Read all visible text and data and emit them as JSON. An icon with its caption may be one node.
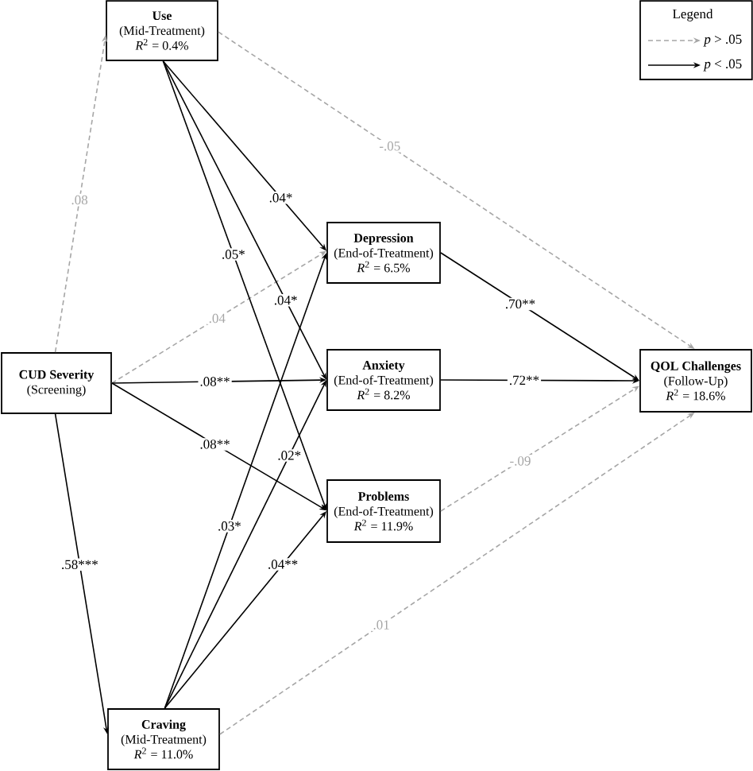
{
  "diagram": {
    "nodes": [
      {
        "text": [
          "Use",
          "(Mid-Treatment)",
          "*R*$^{2}$ = 0.4%"
        ]
      },
      {
        "text": [
          "CUD Severity",
          "(Screening)"
        ]
      },
      {
        "text": [
          "Depression",
          "(End-of-Treatment)",
          "*R*$^{2}$ = 6.5%"
        ]
      },
      {
        "text": [
          "Anxiety",
          "(End-of-Treatment)",
          "*R*$^{2}$ = 8.2%"
        ]
      },
      {
        "text": [
          "Problems",
          "(End-of-Treatment)",
          "*R*$^{2}$ = 11.9%"
        ]
      },
      {
        "text": [
          "QOL Challenges",
          "(Follow-Up)",
          "*R*$^{2}$ = 18.6%"
        ]
      },
      {
        "text": [
          "Craving",
          "(Mid-Treatment)",
          "*R*$^{2}$ = 11.0%"
        ]
      }
    ],
    "edges": [
      {
        "from": 1,
        "to": 0,
        "arrow": "to",
        "label": ".08",
        "style": "dashed",
        "color": "#a6a6a6"
      },
      {
        "from": 1,
        "to": 6,
        "arrow": "to",
        "label": ".58***"
      },
      {
        "from": 1,
        "to": 2,
        "arrow": "to",
        "label": ".04",
        "style": "dashed",
        "color": "#a6a6a6"
      },
      {
        "from": 1,
        "to": 3,
        "arrow": "to",
        "label": ".08**"
      },
      {
        "from": 1,
        "to": 4,
        "arrow": "to",
        "label": ".08**"
      },
      {
        "from": 0,
        "to": 5,
        "arrow": "to",
        "label": "-.05",
        "style": "dashed",
        "color": "#a6a6a6"
      },
      {
        "from": 0,
        "to": 2,
        "arrow": "to",
        "label": ".04*"
      },
      {
        "from": 0,
        "to": 3,
        "arrow": "to",
        "label": ".04*"
      },
      {
        "from": 0,
        "to": 4,
        "arrow": "to",
        "label": ".05*"
      },
      {
        "from": 2,
        "to": 5,
        "arrow": "to",
        "label": ".70**"
      },
      {
        "from": 3,
        "to": 5,
        "arrow": "to",
        "label": ".72**"
      },
      {
        "from": 4,
        "to": 5,
        "arrow": "to",
        "label": "-.09",
        "style": "dashed",
        "color": "#a6a6a6"
      },
      {
        "from": 6,
        "to": 2,
        "arrow": "to",
        "label": ".03*"
      },
      {
        "from": 6,
        "to": 3,
        "arrow": "to",
        "label": ".02*"
      },
      {
        "from": 6,
        "to": 4,
        "arrow": "to",
        "label": ".04**"
      },
      {
        "from": 6,
        "to": 5,
        "arrow": "to",
        "label": ".01",
        "style": "dashed",
        "color": "#a6a6a6"
      }
    ],
    "labels": [
      "Legend"
    ],
    "legend": [
      {
        "text": "*p* > .05"
      },
      {
        "text": "*p* < .05"
      }
    ]
  }
}
